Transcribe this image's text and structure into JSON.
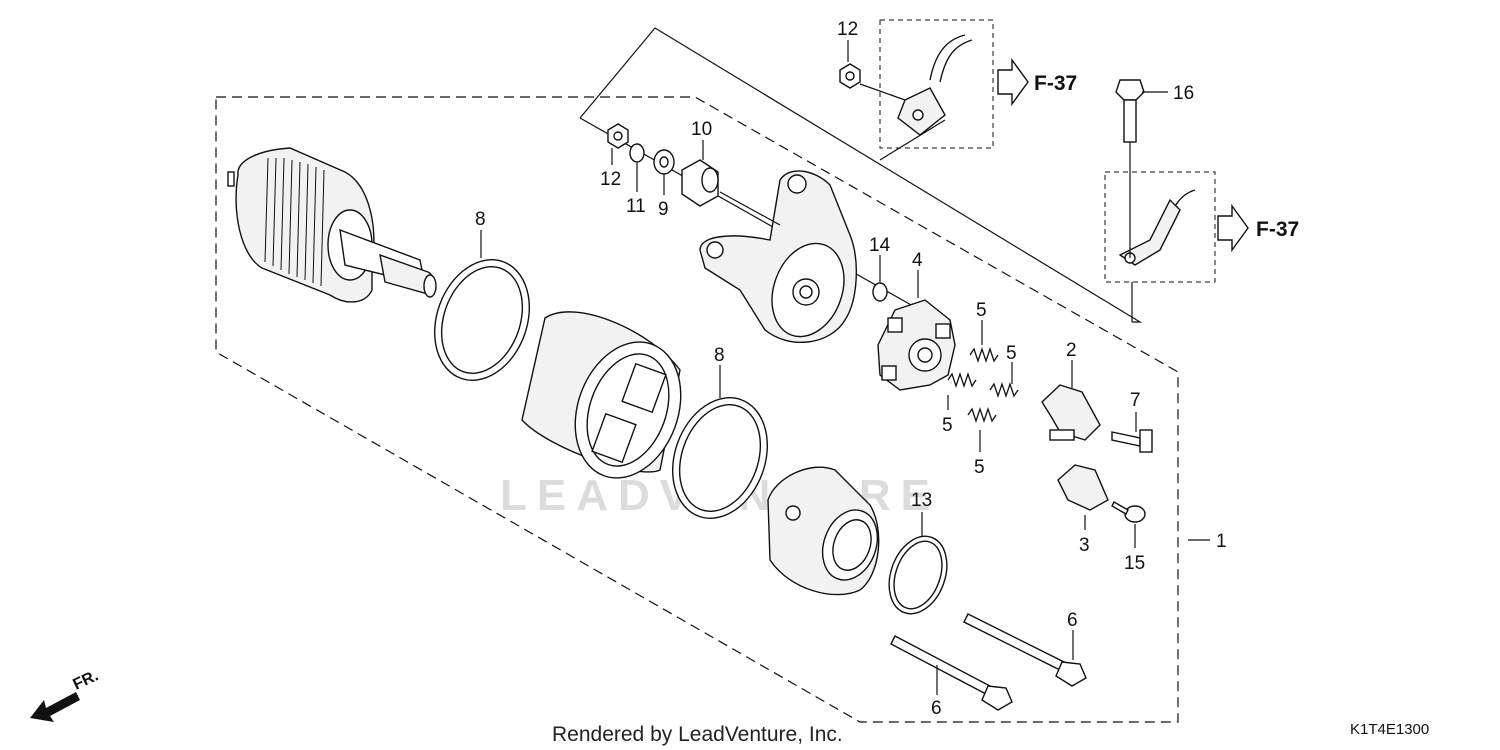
{
  "callouts": {
    "c1": "1",
    "c2": "2",
    "c3": "3",
    "c4": "4",
    "c5a": "5",
    "c5b": "5",
    "c5c": "5",
    "c5d": "5",
    "c6a": "6",
    "c6b": "6",
    "c7": "7",
    "c8a": "8",
    "c8b": "8",
    "c9": "9",
    "c10": "10",
    "c11": "11",
    "c12a": "12",
    "c12b": "12",
    "c13": "13",
    "c14": "14",
    "c15": "15",
    "c16": "16"
  },
  "references": {
    "ref_top": "F-37",
    "ref_right": "F-37"
  },
  "direction_label": "FR.",
  "watermark": "LEADVENTURE",
  "footer_text": "Rendered by LeadVenture, Inc.",
  "diagram_code": "K1T4E1300"
}
